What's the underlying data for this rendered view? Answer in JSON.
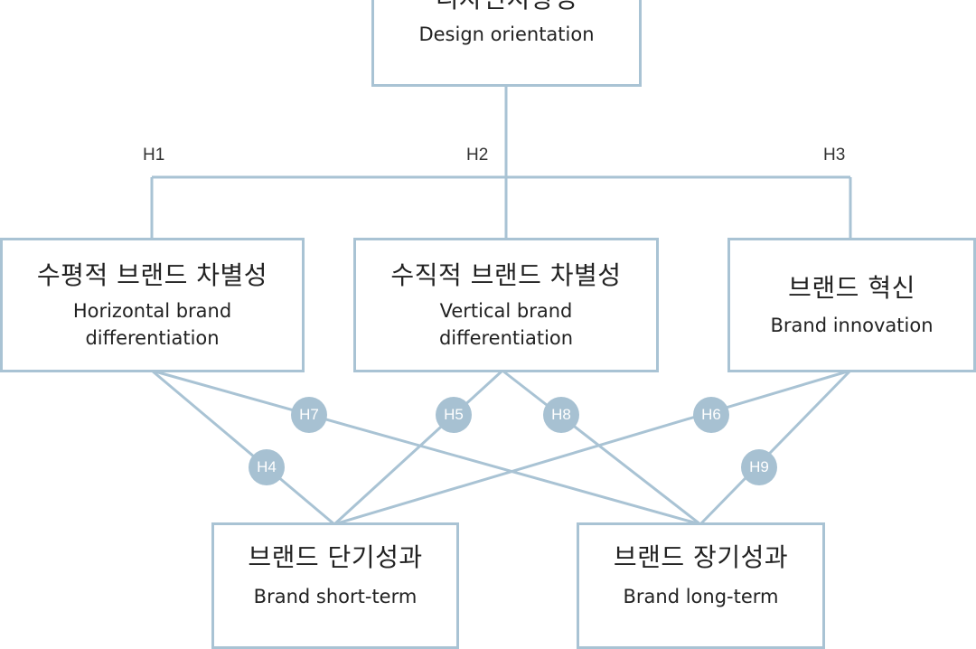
{
  "colors": {
    "line": "#a9c3d4",
    "badge": "#a7c1d2",
    "badge_text": "#ffffff",
    "text": "#222222"
  },
  "nodes": {
    "design": {
      "ko": "디자인지향성",
      "en": "Design orientation"
    },
    "horizontal": {
      "ko": "수평적 브랜드 차별성",
      "en_line1": "Horizontal brand",
      "en_line2": "differentiation"
    },
    "vertical": {
      "ko": "수직적 브랜드 차별성",
      "en_line1": "Vertical brand",
      "en_line2": "differentiation"
    },
    "innovation": {
      "ko": "브랜드 혁신",
      "en": "Brand innovation"
    },
    "short_term": {
      "ko": "브랜드 단기성과",
      "en": "Brand short-term"
    },
    "long_term": {
      "ko": "브랜드 장기성과",
      "en": "Brand long-term"
    }
  },
  "hypotheses": {
    "h1": "H1",
    "h2": "H2",
    "h3": "H3",
    "h4": "H4",
    "h5": "H5",
    "h6": "H6",
    "h7": "H7",
    "h8": "H8",
    "h9": "H9"
  }
}
